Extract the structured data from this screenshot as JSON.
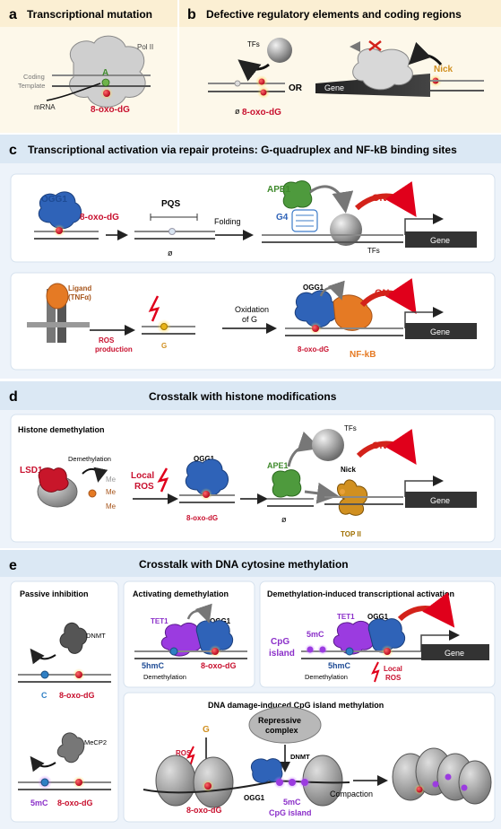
{
  "panel_a": {
    "letter": "a",
    "title": "Transcriptional mutation",
    "pol": "Pol II",
    "coding": "Coding",
    "template": "Template",
    "base": "A",
    "mrna": "mRNA",
    "lesion": "8-oxo-dG"
  },
  "panel_b": {
    "letter": "b",
    "title": "Defective regulatory elements and coding regions",
    "tfs": "TFs",
    "or": "OR",
    "gene": "Gene",
    "nick": "Nick",
    "null": "ø",
    "lesion": "8-oxo-dG"
  },
  "panel_c": {
    "letter": "c",
    "title": "Transcriptional activation via repair proteins: G-quadruplex and NF-kB binding sites",
    "top": {
      "ogg1": "OGG1",
      "lesion": "8-oxo-dG",
      "pqs": "PQS",
      "null": "ø",
      "folding": "Folding",
      "ape1": "APE1",
      "g4": "G4",
      "on": "ON",
      "tfs": "TFs",
      "gene": "Gene"
    },
    "bottom": {
      "ligand": "Ligand",
      "tnf": "(TNFα)",
      "ros": "ROS",
      "production": "production",
      "g": "G",
      "oxidation": "Oxidation",
      "of_g": "of G",
      "ogg1": "OGG1",
      "lesion": "8-oxo-dG",
      "on": "ON",
      "nfkb": "NF-kB",
      "gene": "Gene"
    }
  },
  "panel_d": {
    "letter": "d",
    "title": "Crosstalk with histone modifications",
    "subtitle": "Histone demethylation",
    "demethylation": "Demethylation",
    "lsd1": "LSD1",
    "me1": "Me",
    "me2": "Me",
    "me3": "Me",
    "local": "Local",
    "ros": "ROS",
    "ogg1": "OGG1",
    "lesion": "8-oxo-dG",
    "ape1": "APE1",
    "null": "ø",
    "tfs": "TFs",
    "on": "ON",
    "nick": "Nick",
    "top2": "TOP II",
    "gene": "Gene"
  },
  "panel_e": {
    "letter": "e",
    "title": "Crosstalk with DNA cytosine methylation",
    "passive": {
      "title": "Passive inhibition",
      "dnmt": "DNMT",
      "c": "C",
      "lesion1": "8-oxo-dG",
      "mecp2": "MeCP2",
      "mc": "5mC",
      "lesion2": "8-oxo-dG"
    },
    "activating": {
      "title": "Activating demethylation",
      "tet1": "TET1",
      "ogg1": "OGG1",
      "hmc": "5hmC",
      "lesion": "8-oxo-dG",
      "demethylation": "Demethylation"
    },
    "induced": {
      "title": "Demethylation-induced transcriptional activation",
      "mc": "5mC",
      "tet1": "TET1",
      "ogg1": "OGG1",
      "cpg1": "CpG",
      "cpg2": "island",
      "hmc": "5hmC",
      "demethylation": "Demethylation",
      "local": "Local",
      "ros": "ROS",
      "gene": "Gene"
    },
    "damage": {
      "title": "DNA damage-induced CpG island methylation",
      "g": "G",
      "ros": "ROS",
      "repressive1": "Repressive",
      "repressive2": "complex",
      "dnmt": "DNMT",
      "ogg1": "OGG1",
      "lesion": "8-oxo-dG",
      "mc": "5mC",
      "cpg": "CpG island",
      "compaction": "Compaction"
    }
  },
  "colors": {
    "header_bg_ab": "#fbefd3",
    "header_bg_cde": "#dbe8f4",
    "panel_bg_ab": "#fdf8ea",
    "panel_bg_cde": "#edf3fa",
    "lesion_red": "#c8102e",
    "protein_blue": "#2f63b8",
    "ape1_green": "#4e9a3d",
    "nfkb_orange": "#e57a24",
    "tet1_purple": "#8b2fc9",
    "nick_orange": "#e8a13a",
    "cytosine_blue": "#2f7fc4"
  }
}
